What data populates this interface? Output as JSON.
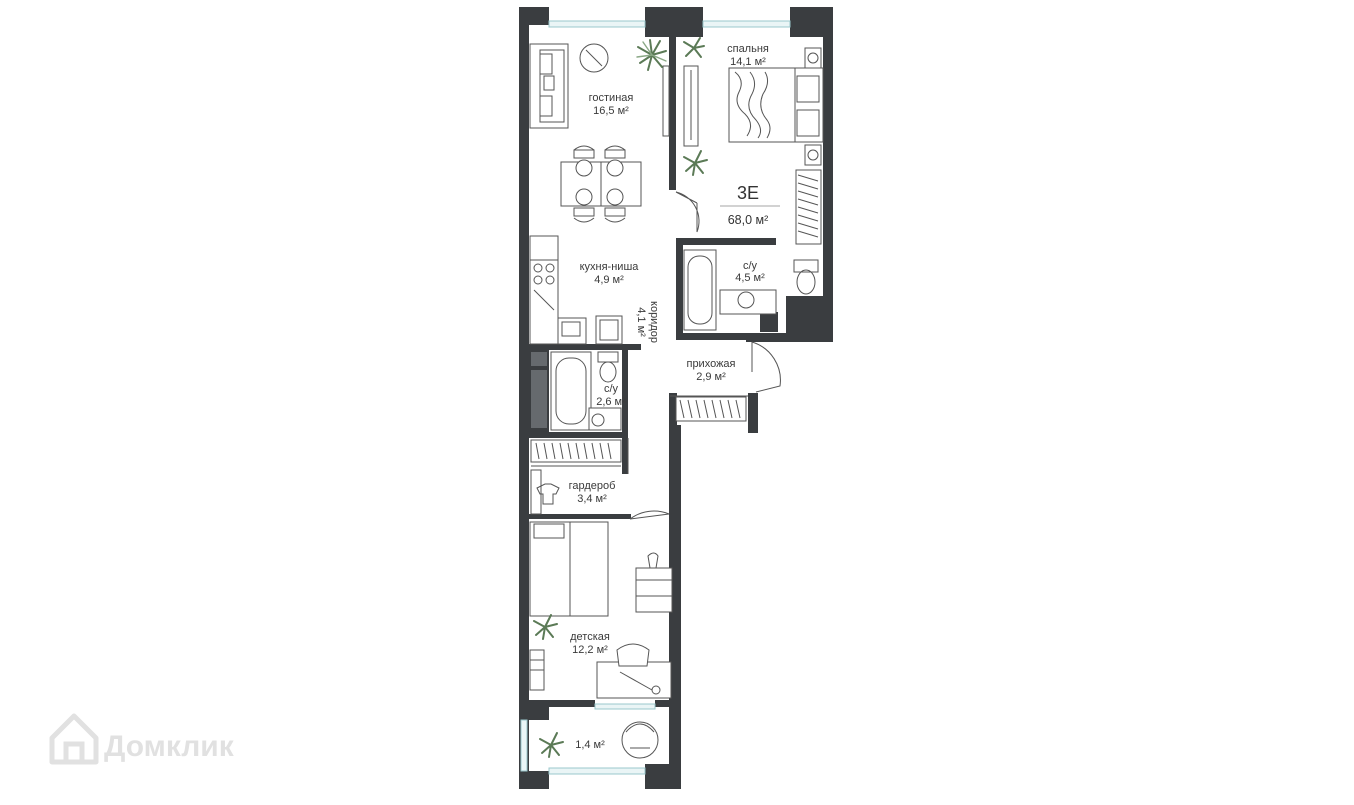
{
  "apartment": {
    "type_label": "3Е",
    "total_area": "68,0 м²"
  },
  "rooms": [
    {
      "id": "living",
      "name": "гостиная",
      "area": "16,5 м²"
    },
    {
      "id": "bedroom",
      "name": "спальня",
      "area": "14,1 м²"
    },
    {
      "id": "kitchen",
      "name": "кухня-ниша",
      "area": "4,9 м²"
    },
    {
      "id": "bath-master",
      "name": "с/у",
      "area": "4,5 м²"
    },
    {
      "id": "corridor",
      "name": "коридор",
      "area": "4,1 м²"
    },
    {
      "id": "hall",
      "name": "прихожая",
      "area": "2,9 м²"
    },
    {
      "id": "bath-small",
      "name": "с/у",
      "area": "2,6 м²"
    },
    {
      "id": "wardrobe",
      "name": "гардероб",
      "area": "3,4 м²"
    },
    {
      "id": "kids",
      "name": "детская",
      "area": "12,2 м²"
    },
    {
      "id": "balcony",
      "name": "",
      "area": "1,4 м²"
    }
  ],
  "watermark": {
    "brand": "Домклик",
    "icon": "house-logo-icon"
  },
  "colors": {
    "wall": "#3a3d40",
    "glass": "#eaf5f6",
    "plant": "#5b7a56"
  }
}
